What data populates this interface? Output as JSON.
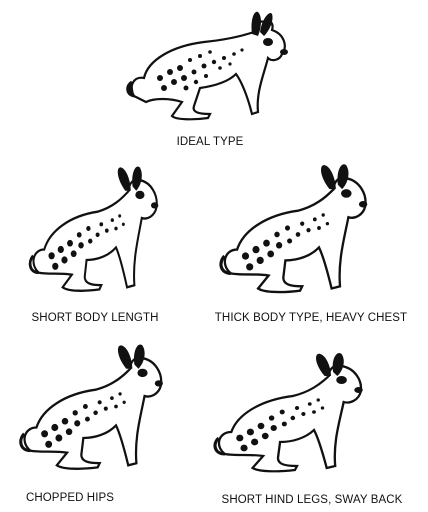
{
  "figures": [
    {
      "caption": "IDEAL TYPE",
      "variant": "ideal"
    },
    {
      "caption": "SHORT BODY LENGTH",
      "variant": "short-body"
    },
    {
      "caption": "THICK BODY TYPE, HEAVY CHEST",
      "variant": "thick-body"
    },
    {
      "caption": "CHOPPED HIPS",
      "variant": "chopped-hips"
    },
    {
      "caption": "SHORT HIND LEGS, SWAY BACK",
      "variant": "short-hind-legs"
    }
  ],
  "colors": {
    "ink": "#111111",
    "background": "#ffffff"
  }
}
